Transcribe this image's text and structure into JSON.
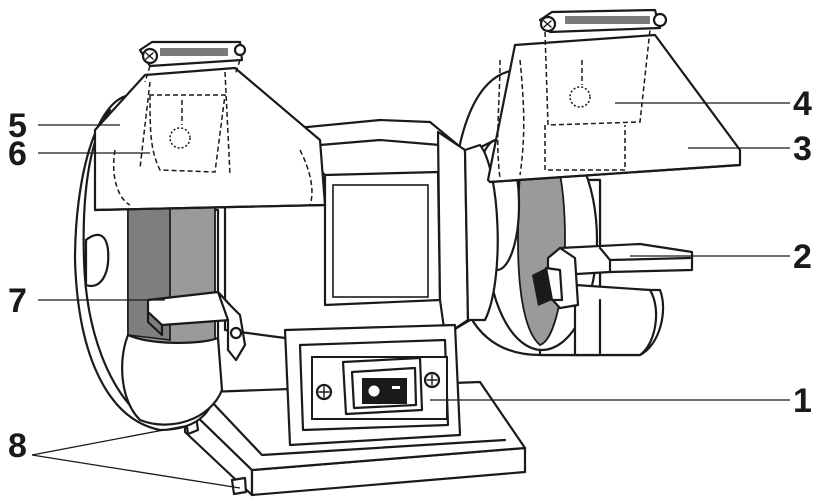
{
  "callouts": [
    {
      "number": "1",
      "side": "right"
    },
    {
      "number": "2",
      "side": "right"
    },
    {
      "number": "3",
      "side": "right"
    },
    {
      "number": "4",
      "side": "right"
    },
    {
      "number": "5",
      "side": "left"
    },
    {
      "number": "6",
      "side": "left"
    },
    {
      "number": "7",
      "side": "left"
    },
    {
      "number": "8",
      "side": "left"
    }
  ],
  "colors": {
    "ink": "#1a1a1a",
    "wheel_grey": "#9a9a9a",
    "background": "#ffffff"
  }
}
